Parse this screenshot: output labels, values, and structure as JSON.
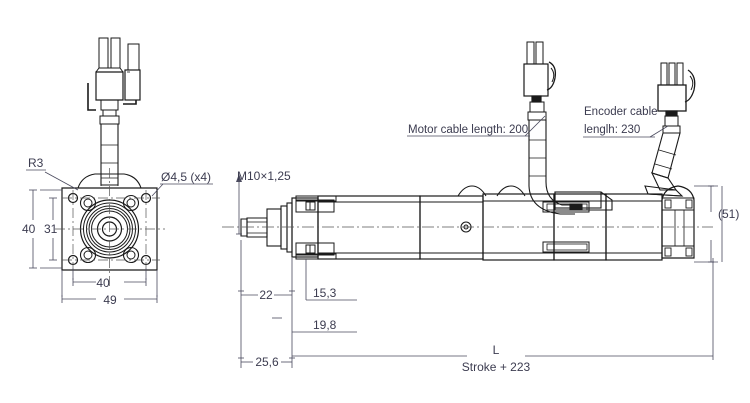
{
  "drawing": {
    "title": "Linear actuator dimensional drawing",
    "line_color": "#1a1a1a",
    "text_color": "#3c3c50",
    "background": "#ffffff"
  },
  "front_view": {
    "name": "flange-front-view",
    "dimensions": {
      "corner_radius": "R3",
      "hole_callout": "Ø4,5 (x4)",
      "flange_height_outer": "40",
      "flange_height_inner": "31",
      "bolt_circle_width": "40",
      "flange_width": "49"
    }
  },
  "side_view": {
    "name": "actuator-side-view",
    "dimensions": {
      "thread": "M10×1,25",
      "rod_length": "22",
      "step_a": "15,3",
      "step_b": "19,8",
      "rod_end": "25,6",
      "overall_symbol": "L",
      "overall_formula": "Stroke + 223",
      "motor_height": "(51)"
    },
    "annotations": {
      "motor_cable": "Motor cable length: 200",
      "encoder_cable_line1": "Encoder cable",
      "encoder_cable_line2": "lenglh: 230"
    }
  }
}
